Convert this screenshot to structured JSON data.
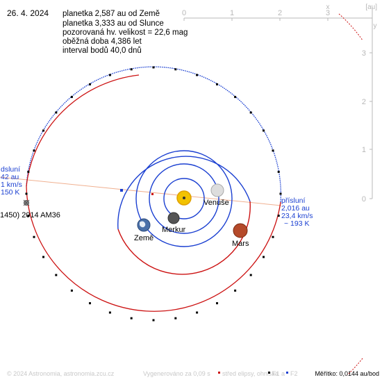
{
  "date": "26. 4. 2024",
  "info_lines": [
    "planetka 2,587 au od Země",
    "planetka 3,333 au od Slunce",
    "pozorovaná hv. velikost = 22,6 mag",
    "oběžná doba 4,386 let",
    "interval bodů 40,0 dnů"
  ],
  "axes": {
    "unit": "[au]",
    "x_symbol": "x",
    "y_symbol": "y",
    "x_ticks": [
      "0",
      "1",
      "2",
      "3"
    ],
    "y_ticks": [
      "3",
      "2",
      "1",
      "0"
    ]
  },
  "bodies": {
    "venus": "Venuše",
    "mercury": "Merkur",
    "earth": "Země",
    "mars": "Mars"
  },
  "asteroid_label": "1450) 2014 AM36",
  "perihelion": [
    "přísluní",
    "2,016 au",
    "23,4 km/s",
    "~ 193 K"
  ],
  "aphelion": [
    "dsluní",
    "42 au",
    "1 km/s",
    "150 K"
  ],
  "footer": {
    "copyright": "© 2024 Astronomia, astronomia.zcu.cz",
    "generated": "Vygenerováno za 0,09 s",
    "legend_center": "střed elipsy, ohniska",
    "legend_f1": "F1 a",
    "legend_f2": "F2",
    "scale": "Měřítko: 0,0144 au/bod"
  },
  "colors": {
    "sun": "#f2c200",
    "orbit_blue": "#1a3fd1",
    "orbit_red": "#cc1111",
    "label_blue": "#1a3fd1",
    "axis_grey": "#b8b8b8",
    "apsis_line": "#f0b090"
  }
}
